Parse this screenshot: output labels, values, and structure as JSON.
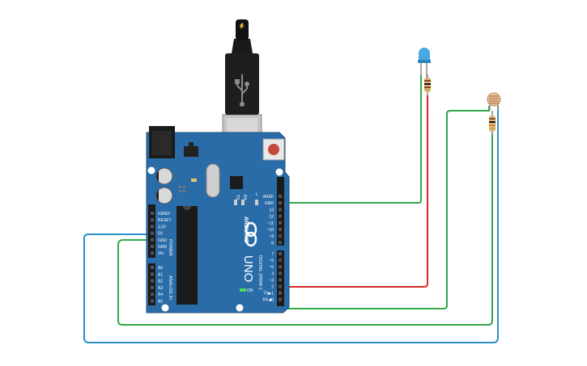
{
  "board": {
    "brand": "ARDUINO",
    "model": "UNO",
    "on_label": "ON",
    "power_label": "POWER",
    "analog_label": "ANALOG IN",
    "digital_label": "DIGITAL (PWM~)",
    "tx_label": "TX",
    "rx_label": "RX",
    "l_label": "L",
    "power_pins": [
      "IOREF",
      "RESET",
      "3.3V",
      "5V",
      "GND",
      "GND",
      "Vin"
    ],
    "analog_pins": [
      "A0",
      "A1",
      "A2",
      "A3",
      "A4",
      "A5"
    ],
    "digital_top_pins": [
      "AREF",
      "GND",
      "13",
      "12",
      "~11",
      "~10",
      "~9",
      "8"
    ],
    "digital_bottom_pins": [
      "7",
      "~6",
      "~5",
      "4",
      "~3",
      "2",
      "TX▶1",
      "RX◀0"
    ]
  },
  "components": {
    "led": "led",
    "photoresistor": "photoresistor",
    "resistor": "resistor",
    "usb": "usb-plug"
  },
  "colors": {
    "board": "#2a6ca8",
    "board_dark": "#1f5a8f",
    "wire_green": "#2fa84a",
    "wire_red": "#d62b2b",
    "wire_blue": "#2a8fc4"
  }
}
